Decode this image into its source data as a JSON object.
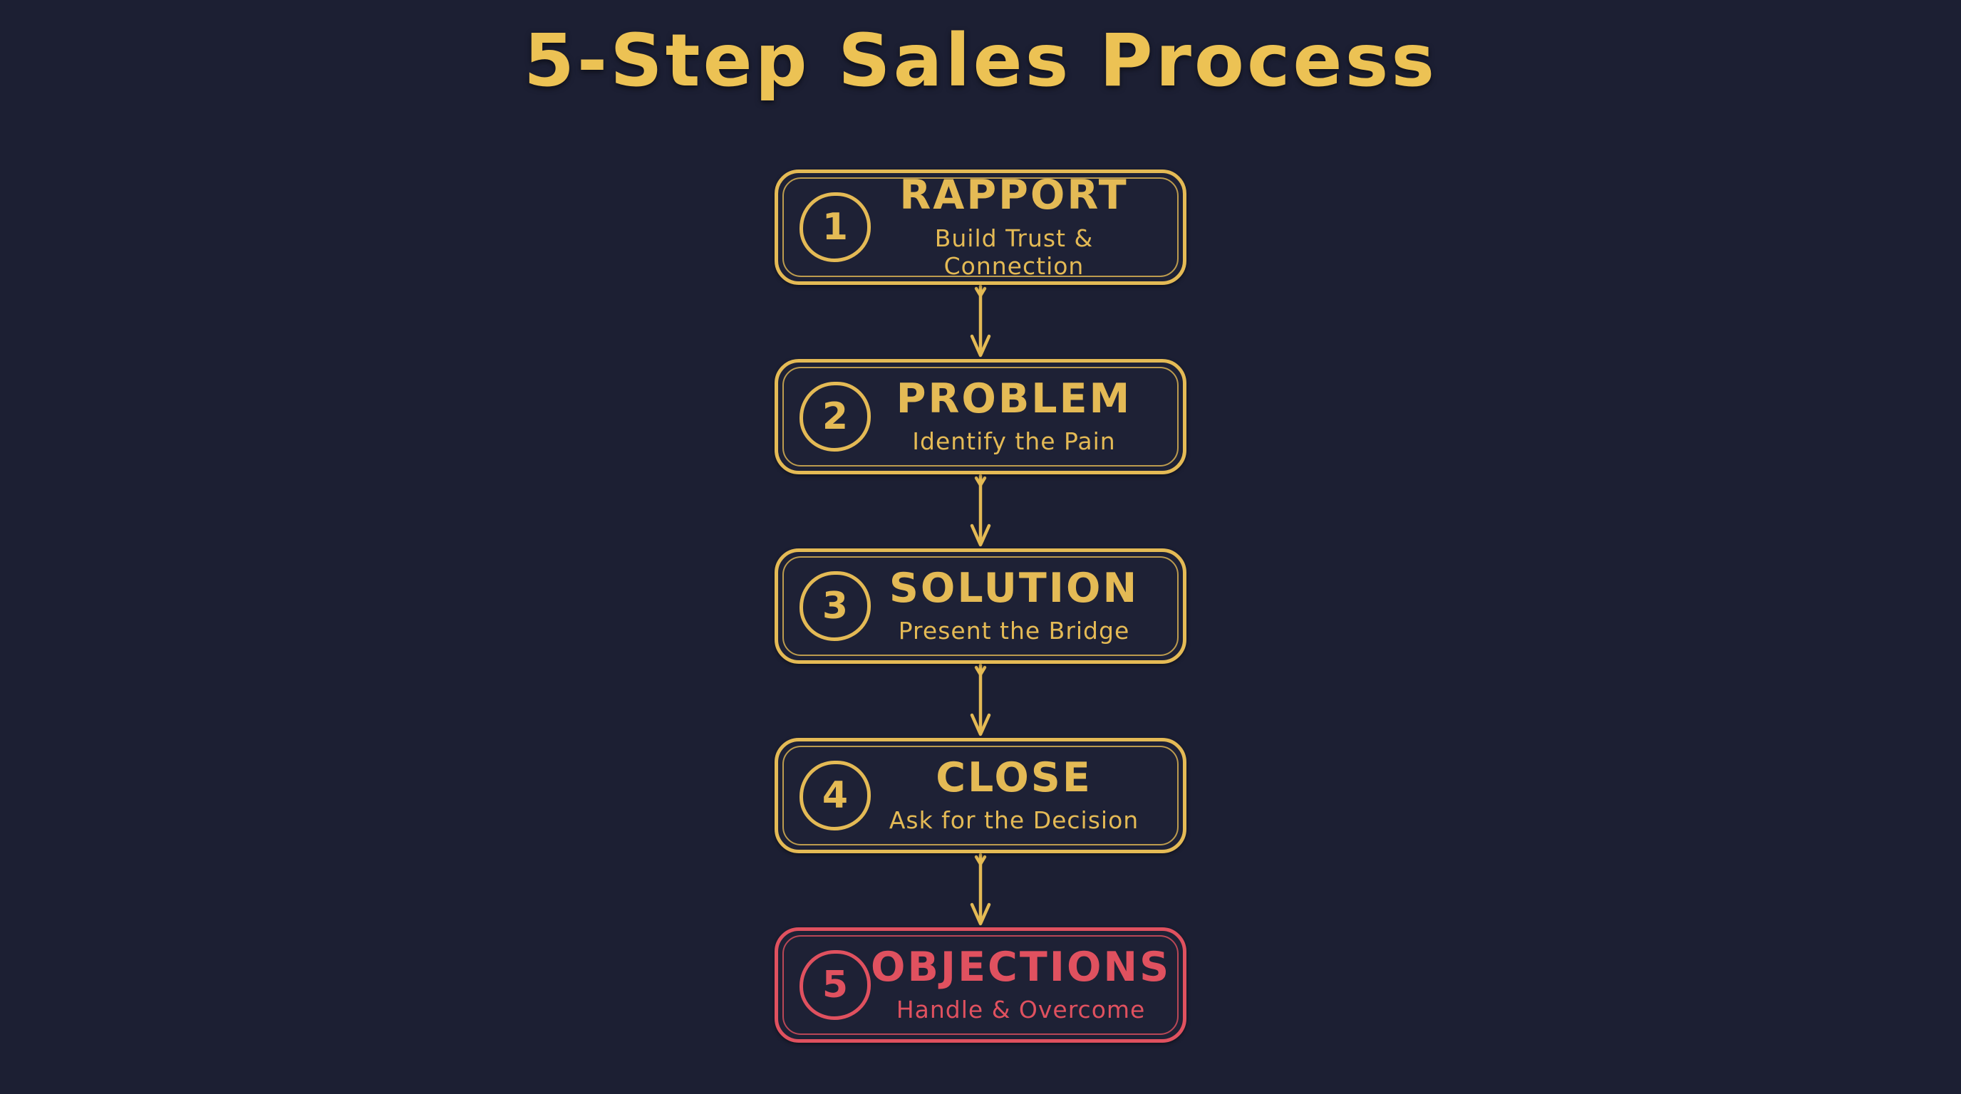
{
  "title": "5-Step Sales Process",
  "colors": {
    "background": "#1c1f33",
    "gold": "#e4ba55",
    "red": "#e0515f"
  },
  "steps": [
    {
      "number": "1",
      "title": "RAPPORT",
      "subtitle": "Build Trust & Connection",
      "accent": "#e4ba55"
    },
    {
      "number": "2",
      "title": "PROBLEM",
      "subtitle": "Identify the Pain",
      "accent": "#e4ba55"
    },
    {
      "number": "3",
      "title": "SOLUTION",
      "subtitle": "Present the Bridge",
      "accent": "#e4ba55"
    },
    {
      "number": "4",
      "title": "CLOSE",
      "subtitle": "Ask for the Decision",
      "accent": "#e4ba55"
    },
    {
      "number": "5",
      "title": "OBJECTIONS",
      "subtitle": "Handle & Overcome",
      "accent": "#e0515f"
    }
  ]
}
